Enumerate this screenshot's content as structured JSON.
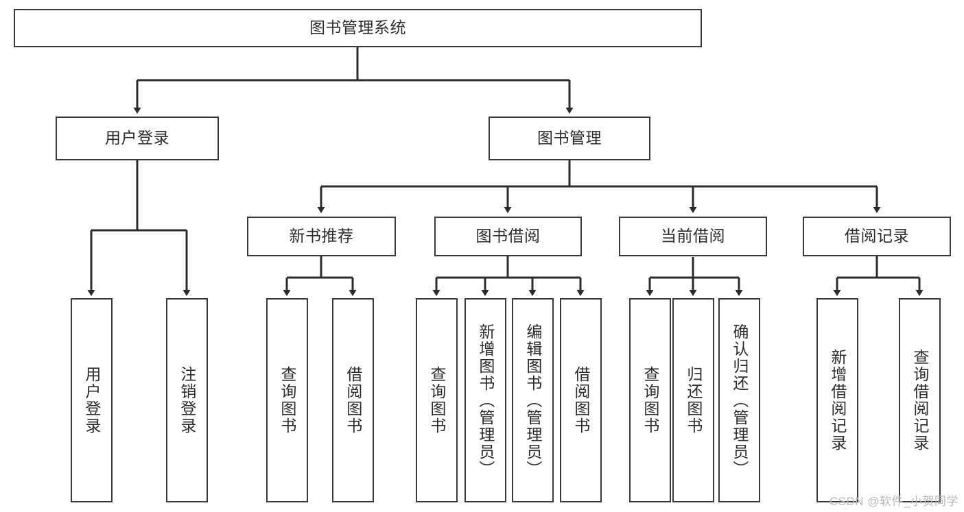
{
  "diagram": {
    "type": "tree-hierarchy",
    "title": "图书管理系统",
    "watermark": "CSDN @软件_小贺同学",
    "colors": {
      "box_border": "#3a3a3a",
      "box_fill": "#ffffff",
      "text": "#2b2b2b",
      "edge": "#2b2b2b",
      "watermark": "#b9b9b9"
    },
    "nodes": {
      "root": {
        "label": "图书管理系统"
      },
      "level1": [
        {
          "label": "用户登录"
        },
        {
          "label": "图书管理"
        }
      ],
      "level2": [
        {
          "label": "新书推荐"
        },
        {
          "label": "图书借阅"
        },
        {
          "label": "当前借阅"
        },
        {
          "label": "借阅记录"
        }
      ],
      "leaves": {
        "user_login": [
          {
            "label": "用户登录"
          },
          {
            "label": "注销登录"
          }
        ],
        "new_book_recommend": [
          {
            "label": "查询图书"
          },
          {
            "label": "借阅图书"
          }
        ],
        "book_borrow": [
          {
            "label": "查询图书"
          },
          {
            "label": "新增图书（管理员）"
          },
          {
            "label": "编辑图书（管理员）"
          },
          {
            "label": "借阅图书"
          }
        ],
        "current_borrow": [
          {
            "label": "查询图书"
          },
          {
            "label": "归还图书"
          },
          {
            "label": "确认归还（管理员）"
          }
        ],
        "borrow_record": [
          {
            "label": "新增借阅记录"
          },
          {
            "label": "查询借阅记录"
          }
        ]
      }
    }
  }
}
